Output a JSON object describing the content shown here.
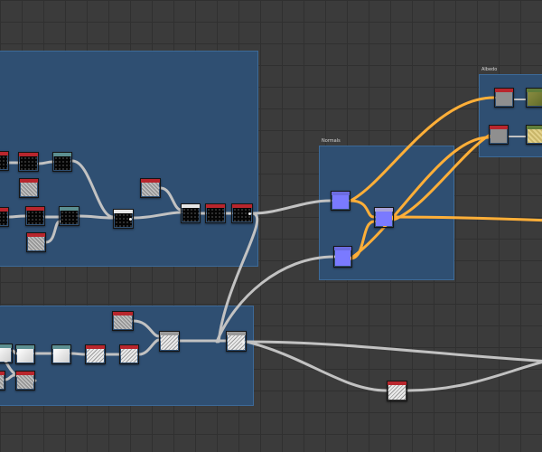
{
  "frames": [
    {
      "id": "frame-left-top",
      "label": ""
    },
    {
      "id": "frame-normals",
      "label": "Normals"
    },
    {
      "id": "frame-albedo",
      "label": "Albedo"
    },
    {
      "id": "frame-left-bottom",
      "label": ""
    }
  ],
  "colors": {
    "background": "#3b3b3b",
    "frame_fill": "#2f4f72",
    "wire_gray": "#c2c2c2",
    "wire_orange": "#ffaf38",
    "header_red": "#b8262d",
    "header_teal": "#5c8f91",
    "header_lavender": "#a9a3d9"
  },
  "icons": [
    "node-thumbnail-icon",
    "output-socket-icon"
  ]
}
